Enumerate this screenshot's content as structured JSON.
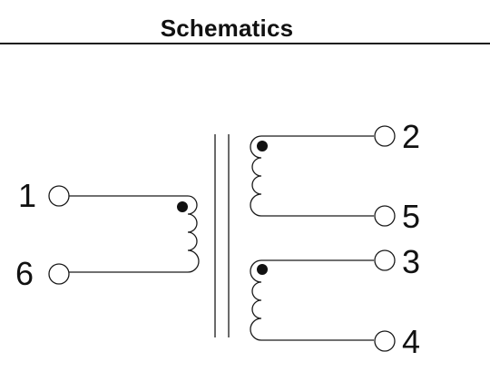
{
  "header": {
    "title": "Schematics"
  },
  "schematic": {
    "component": "transformer",
    "pins": {
      "p1": "1",
      "p6": "6",
      "p2": "2",
      "p5": "5",
      "p3": "3",
      "p4": "4"
    },
    "windings": [
      {
        "name": "primary",
        "pins": [
          "1",
          "6"
        ],
        "dot_at": "1"
      },
      {
        "name": "secondary-upper",
        "pins": [
          "2",
          "5"
        ],
        "dot_at": "2"
      },
      {
        "name": "secondary-lower",
        "pins": [
          "3",
          "4"
        ],
        "dot_at": "3"
      }
    ],
    "colors": {
      "line": "#1a1a1a",
      "background": "#ffffff"
    }
  }
}
